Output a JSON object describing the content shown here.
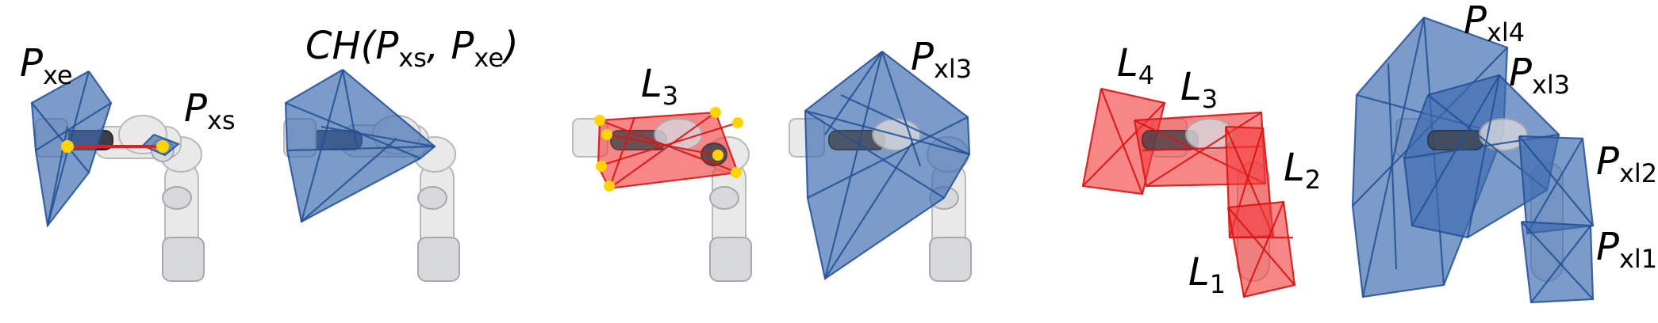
{
  "labels": {
    "panel1_pxe": {
      "main": "P",
      "sub": "xe"
    },
    "panel1_pxs": {
      "main": "P",
      "sub": "xs"
    },
    "panel2_ch": {
      "prefix": "CH(",
      "p1": "P",
      "s1": "xs",
      "comma": ", ",
      "p2": "P",
      "s2": "xe",
      "suffix": ")"
    },
    "panel3_l3": {
      "main": "L",
      "sub": "3"
    },
    "panel4_pxl3": {
      "main": "P",
      "sub": "xl3"
    },
    "panel5_l4": {
      "main": "L",
      "sub": "4"
    },
    "panel5_l3": {
      "main": "L",
      "sub": "3"
    },
    "panel5_l2": {
      "main": "L",
      "sub": "2"
    },
    "panel5_l1": {
      "main": "L",
      "sub": "1"
    },
    "panel6_pxl4": {
      "main": "P",
      "sub": "xl4"
    },
    "panel6_pxl3": {
      "main": "P",
      "sub": "xl3"
    },
    "panel6_pxl2": {
      "main": "P",
      "sub": "xl2"
    },
    "panel6_pxl1": {
      "main": "P",
      "sub": "xl1"
    }
  },
  "colors": {
    "blue_hull": "#3d6bb0",
    "red_hull": "#f23b3b",
    "keypoint": "#ffd400",
    "segment": "#e02020"
  }
}
